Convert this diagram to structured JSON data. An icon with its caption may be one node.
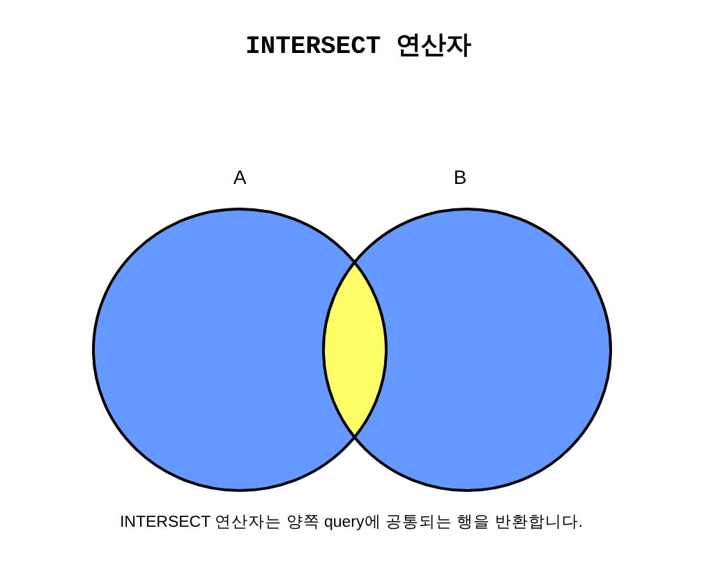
{
  "diagram": {
    "title": "INTERSECT 연산자",
    "caption": "INTERSECT 연산자는 양쪽 query에 공통되는 행을 반환합니다.",
    "labels": [
      "A",
      "B"
    ]
  }
}
